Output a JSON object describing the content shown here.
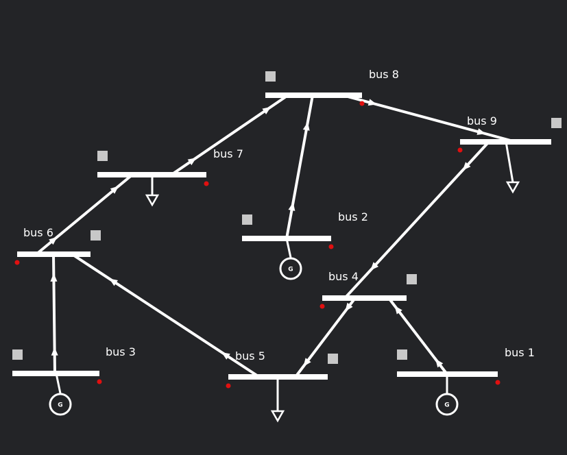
{
  "colors": {
    "background": "#232427",
    "line": "#ffffff",
    "marker": "#c8c8c8",
    "dot": "#e01010"
  },
  "generator_symbol": "G",
  "buses": [
    {
      "id": "bus1",
      "label": "bus 1",
      "has_generator": true,
      "has_load": false
    },
    {
      "id": "bus2",
      "label": "bus 2",
      "has_generator": true,
      "has_load": false
    },
    {
      "id": "bus3",
      "label": "bus 3",
      "has_generator": true,
      "has_load": false
    },
    {
      "id": "bus4",
      "label": "bus 4",
      "has_generator": false,
      "has_load": false
    },
    {
      "id": "bus5",
      "label": "bus 5",
      "has_generator": false,
      "has_load": true
    },
    {
      "id": "bus6",
      "label": "bus 6",
      "has_generator": false,
      "has_load": false
    },
    {
      "id": "bus7",
      "label": "bus 7",
      "has_generator": false,
      "has_load": true
    },
    {
      "id": "bus8",
      "label": "bus 8",
      "has_generator": false,
      "has_load": false
    },
    {
      "id": "bus9",
      "label": "bus 9",
      "has_generator": false,
      "has_load": true
    }
  ],
  "lines": [
    {
      "from": "bus1",
      "to": "bus4"
    },
    {
      "from": "bus2",
      "to": "bus8"
    },
    {
      "from": "bus3",
      "to": "bus6"
    },
    {
      "from": "bus4",
      "to": "bus5"
    },
    {
      "from": "bus4",
      "to": "bus9"
    },
    {
      "from": "bus5",
      "to": "bus6"
    },
    {
      "from": "bus6",
      "to": "bus7"
    },
    {
      "from": "bus7",
      "to": "bus8"
    },
    {
      "from": "bus8",
      "to": "bus9"
    }
  ]
}
